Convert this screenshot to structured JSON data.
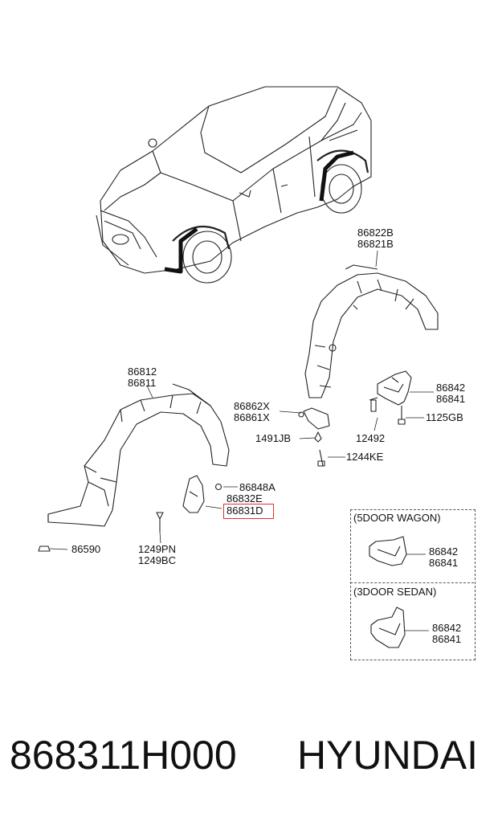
{
  "labels": {
    "rear_liner": [
      "86822B",
      "86821B"
    ],
    "rear_mudguard": [
      "86842",
      "86841"
    ],
    "clip_x": [
      "86862X",
      "86861X"
    ],
    "bolt_1125": "1125GB",
    "bolt_12492": "12492",
    "screw_1491": "1491JB",
    "bolt_1244": "1244KE",
    "front_liner": [
      "86812",
      "86811"
    ],
    "clip_86848": "86848A",
    "front_guard": [
      "86832E",
      "86831D"
    ],
    "nut_86590": "86590",
    "screw_1249": [
      "1249PN",
      "1249BC"
    ]
  },
  "boxes": [
    {
      "title": "(5DOOR WAGON)",
      "labels": [
        "86842",
        "86841"
      ]
    },
    {
      "title": "(3DOOR SEDAN)",
      "labels": [
        "86842",
        "86841"
      ]
    }
  ],
  "highlight_color": "#e03030",
  "footer": {
    "part_number": "868311H000",
    "brand": "HYUNDAI"
  }
}
